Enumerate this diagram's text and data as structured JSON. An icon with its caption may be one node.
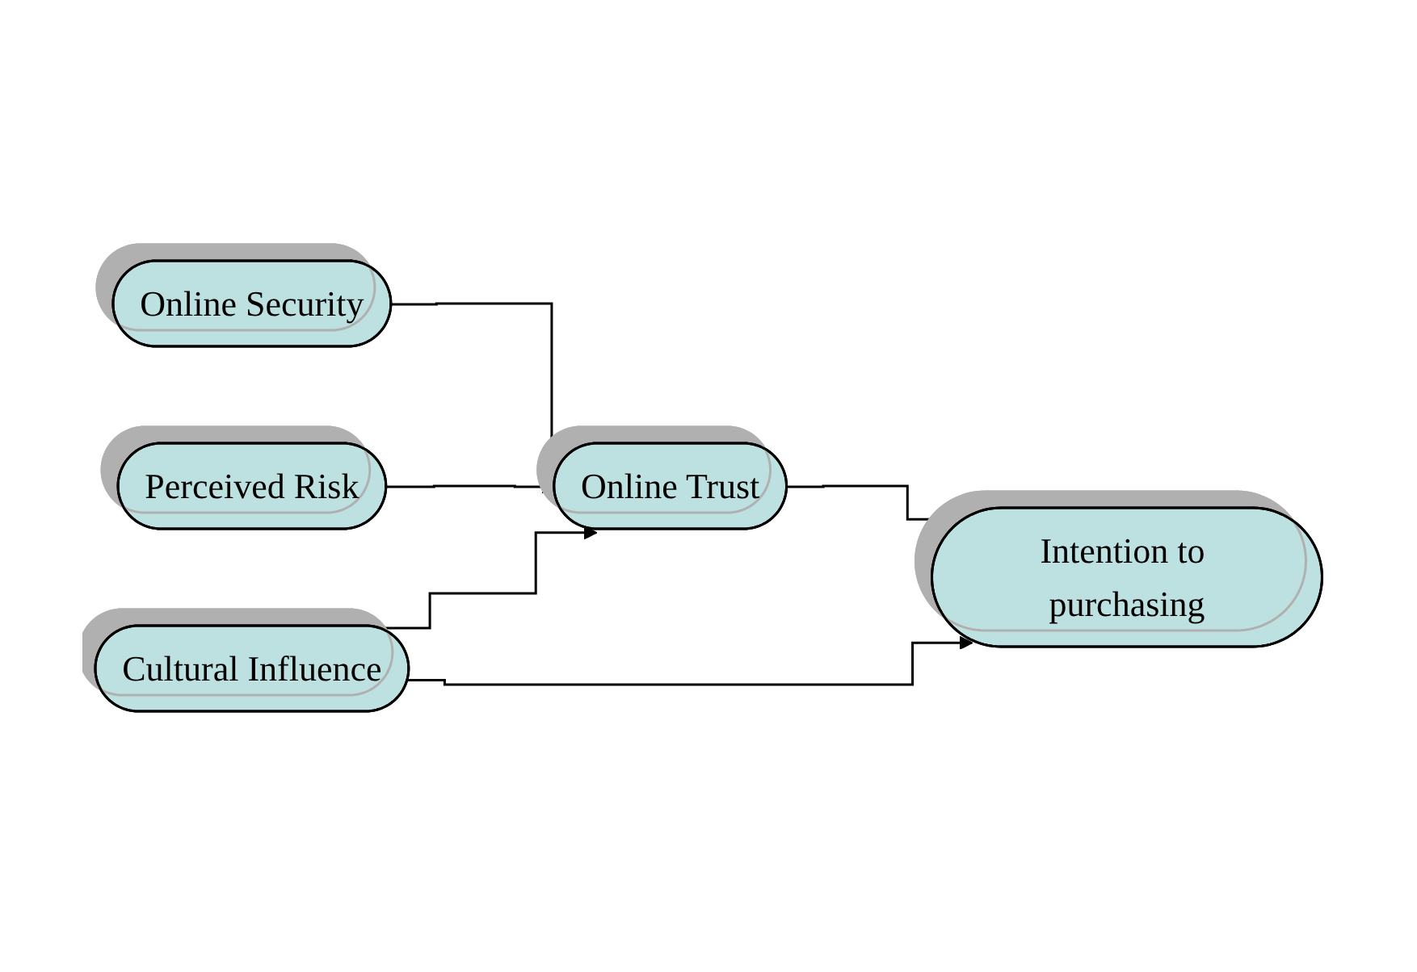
{
  "diagram": {
    "nodes": [
      {
        "text": [
          "Online Security"
        ]
      },
      {
        "text": [
          "Perceived Risk"
        ]
      },
      {
        "text": [
          "Online Trust"
        ]
      },
      {
        "text": [
          "Intention to purchasing"
        ]
      },
      {
        "text": [
          "Cultural Influence"
        ]
      }
    ],
    "edges": [
      {
        "from": 0,
        "to": 2,
        "arrow": "to"
      },
      {
        "from": 1,
        "to": 2,
        "arrow": "to"
      },
      {
        "from": 2,
        "to": 3,
        "arrow": "to"
      },
      {
        "from": 4,
        "to": 2,
        "arrow": "to"
      },
      {
        "from": 4,
        "to": 3,
        "arrow": "to"
      }
    ]
  }
}
